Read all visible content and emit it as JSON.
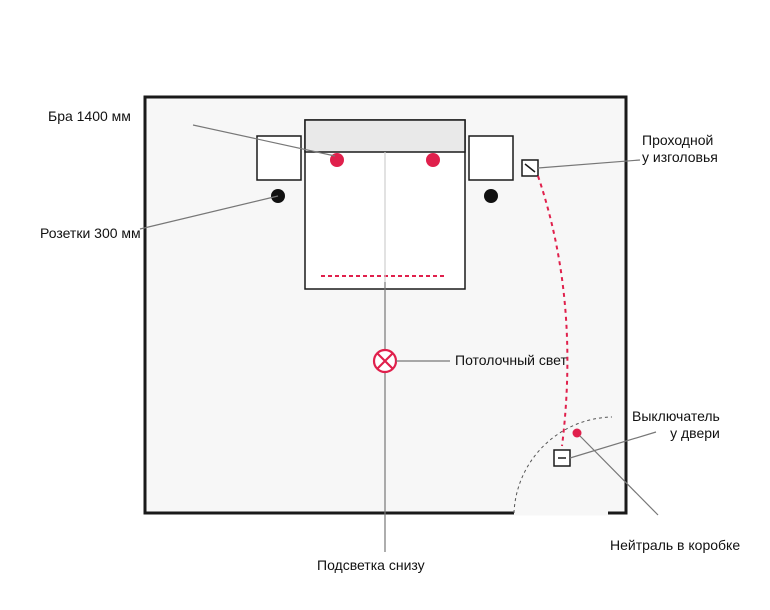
{
  "colors": {
    "room_fill": "#f7f7f7",
    "wall": "#1a1a1a",
    "accent": "#e0204c",
    "headboard": "#e9e9e9",
    "leader": "#777777",
    "light_line": "#cfcfcf"
  },
  "labels": {
    "sconce": "Бра 1400 мм",
    "sockets": "Розетки 300 мм",
    "pass_switch": [
      "Проходной",
      "у изголовья"
    ],
    "ceiling_light": "Потолочный свет",
    "door_switch": [
      "Выключатель",
      "у двери"
    ],
    "neutral": "Нейтраль в коробке",
    "underlight": "Подсветка снизу"
  },
  "icons": {
    "sconce": "red-dot-icon",
    "socket": "black-dot-icon",
    "ceiling_light": "ceiling-light-icon",
    "switch": "switch-icon"
  }
}
